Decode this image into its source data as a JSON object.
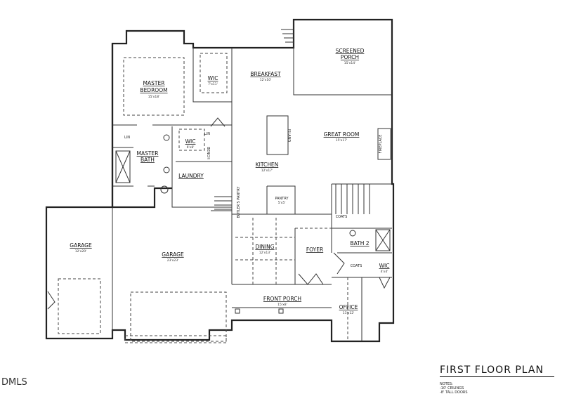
{
  "title": "FIRST FLOOR PLAN",
  "notes": {
    "heading": "NOTES:",
    "items": [
      "-10' CEILINGS",
      "-8' TALL DOORS"
    ]
  },
  "watermark": "DMLS",
  "rooms": {
    "master_bedroom": {
      "name1": "MASTER",
      "name2": "BEDROOM",
      "dim": "15'x18'"
    },
    "wic_master": {
      "name": "WIC",
      "dim": "7'x11'"
    },
    "breakfast": {
      "name": "BREAKFAST",
      "dim": "12'x10'"
    },
    "screened_porch": {
      "name1": "SCREENED",
      "name2": "PORCH",
      "dim": "15'x14'"
    },
    "great_room": {
      "name": "GREAT ROOM",
      "dim": "15'x17'"
    },
    "fireplace": {
      "name": "FIREPLACE"
    },
    "island": {
      "name": "ISLAND"
    },
    "kitchen": {
      "name": "KITCHEN",
      "dim": "12'x17'"
    },
    "master_bath": {
      "name1": "MASTER",
      "name2": "BATH"
    },
    "wic_2": {
      "name": "WIC",
      "dim": "6'x8'"
    },
    "lin_1": {
      "name": "LIN"
    },
    "lin_2": {
      "name": "LIN"
    },
    "bench": {
      "name": "BENCH"
    },
    "laundry": {
      "name": "LAUNDRY"
    },
    "butlers_pantry": {
      "name": "BUTLER'S PANTRY"
    },
    "pantry": {
      "name": "PANTRY",
      "dim": "5'x5'"
    },
    "garage_1": {
      "name": "GARAGE",
      "dim": "12'x20'"
    },
    "garage_2": {
      "name": "GARAGE",
      "dim": "23'x23'"
    },
    "dining": {
      "name": "DINING",
      "dim": "12'x13'"
    },
    "foyer": {
      "name": "FOYER"
    },
    "front_porch": {
      "name": "FRONT PORCH",
      "dim": "15'x8'"
    },
    "coats_1": {
      "name": "COATS"
    },
    "coats_2": {
      "name": "COATS"
    },
    "bath_2": {
      "name": "BATH 2"
    },
    "wic_3": {
      "name": "WIC",
      "dim": "4'x4'"
    },
    "office": {
      "name": "OFFICE",
      "dim": "11'x12'"
    }
  }
}
